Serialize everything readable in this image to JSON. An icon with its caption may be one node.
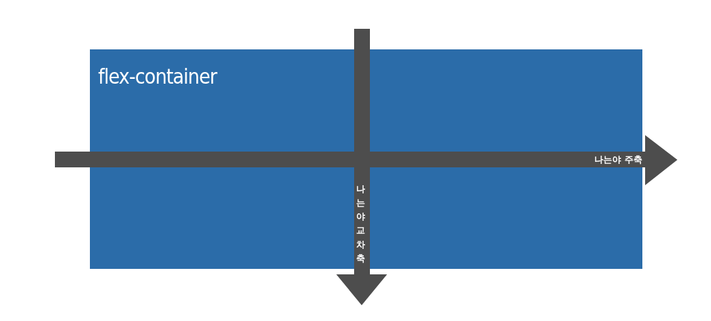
{
  "diagram": {
    "nodes": [
      {
        "text": [
          "flex-container"
        ]
      }
    ],
    "edges": [],
    "labels": [
      "나는야 주축",
      "나는야교차축"
    ]
  }
}
